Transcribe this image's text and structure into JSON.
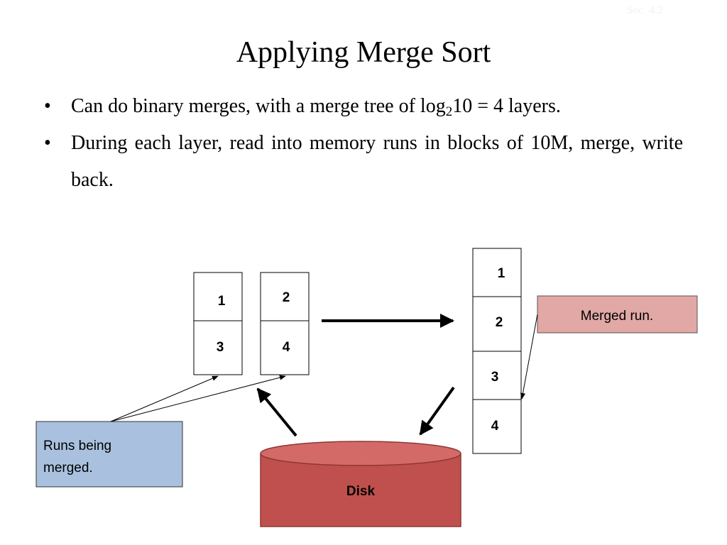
{
  "slide": {
    "section_label": "Sec. 4.2",
    "title": "Applying Merge Sort",
    "bullets": [
      {
        "text_before": "Can do binary merges, with a merge tree of log",
        "subscript": "2",
        "text_after": "10 = 4 layers."
      },
      {
        "text": "During each layer, read into memory runs in blocks of 10M, merge, write back."
      }
    ],
    "bullet_glyph": "•"
  },
  "diagram": {
    "run_a": {
      "cells": [
        "1",
        "3"
      ]
    },
    "run_b": {
      "cells": [
        "2",
        "4"
      ]
    },
    "merged": {
      "cells": [
        "1",
        "2",
        "3",
        "4"
      ]
    },
    "runs_label": {
      "line1": "Runs being",
      "line2": "merged."
    },
    "merged_label": "Merged run.",
    "disk_label": "Disk",
    "colors": {
      "runs_label_fill": "#a9c1de",
      "merged_label_fill": "#e1a8a6",
      "disk_fill": "#c0504d",
      "disk_stroke": "#8c3836"
    }
  }
}
